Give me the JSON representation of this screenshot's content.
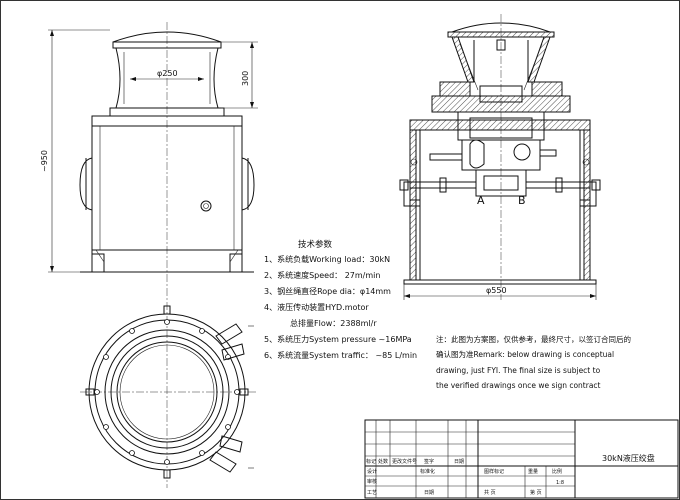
{
  "dimensions": {
    "drum_diameter": "φ250",
    "drum_height": "300",
    "overall_height": "~950",
    "base_diameter": "φ550"
  },
  "ports": {
    "a": "A",
    "b": "B"
  },
  "tech": {
    "title": "技术参数",
    "lines": [
      "1、系统负载Working load：30kN",
      "2、系统速度Speed：  27m/min",
      "3、钢丝绳直径Rope dia：φ14mm",
      "4、液压传动装置HYD.motor",
      "总排量Flow：2388ml/r",
      "5、系统压力System pressure  ~16MPa",
      "6、系统流量System traffic：  ~85 L/min"
    ]
  },
  "remark": {
    "lines": [
      "注：此图为方案图，仅供参考，最终尺寸，以签订合同后的",
      "确认图为准Remark: below drawing is conceptual",
      "drawing, just FYI. The final size is subject to",
      "the verified drawings once we sign contract"
    ]
  },
  "title_block": {
    "drawing_title": "30kN液压绞盘",
    "scale": "1:8",
    "row_labels_left": [
      "标记",
      "处数",
      "更改文件号",
      "签字",
      "日期"
    ],
    "design_label": "设计",
    "std_label": "标准化",
    "review_label": "审核",
    "process_label": "工艺",
    "date_label": "日期",
    "stage_label": "图样标记",
    "weight_label": "重量",
    "ratio_label": "比例",
    "sheet_label": "共  页",
    "sheet_of_label": "第  页"
  }
}
